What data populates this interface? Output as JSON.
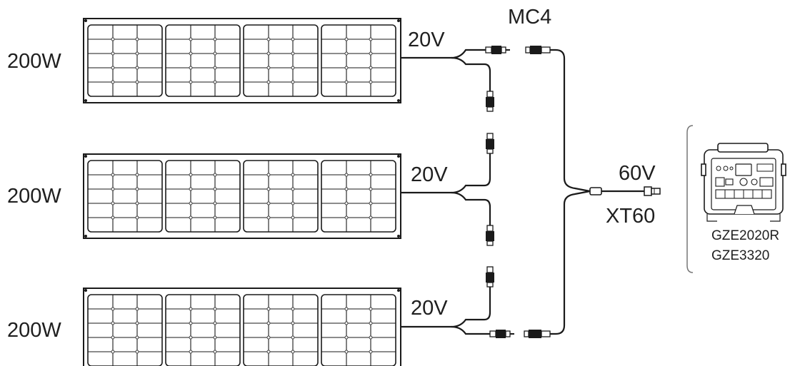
{
  "panels": [
    {
      "power": "200W",
      "voltage": "20V"
    },
    {
      "power": "200W",
      "voltage": "20V"
    },
    {
      "power": "200W",
      "voltage": "20V"
    }
  ],
  "connector_top_label": "MC4",
  "output": {
    "voltage": "60V",
    "connector": "XT60"
  },
  "station": {
    "models": [
      "GZE2020R",
      "GZE3320"
    ]
  },
  "colors": {
    "line": "#1a1a1a",
    "panel_fill": "#ffffff"
  },
  "icons": [
    "solar-panel-icon",
    "mc4-connector-icon",
    "xt60-plug-icon",
    "power-station-icon"
  ]
}
